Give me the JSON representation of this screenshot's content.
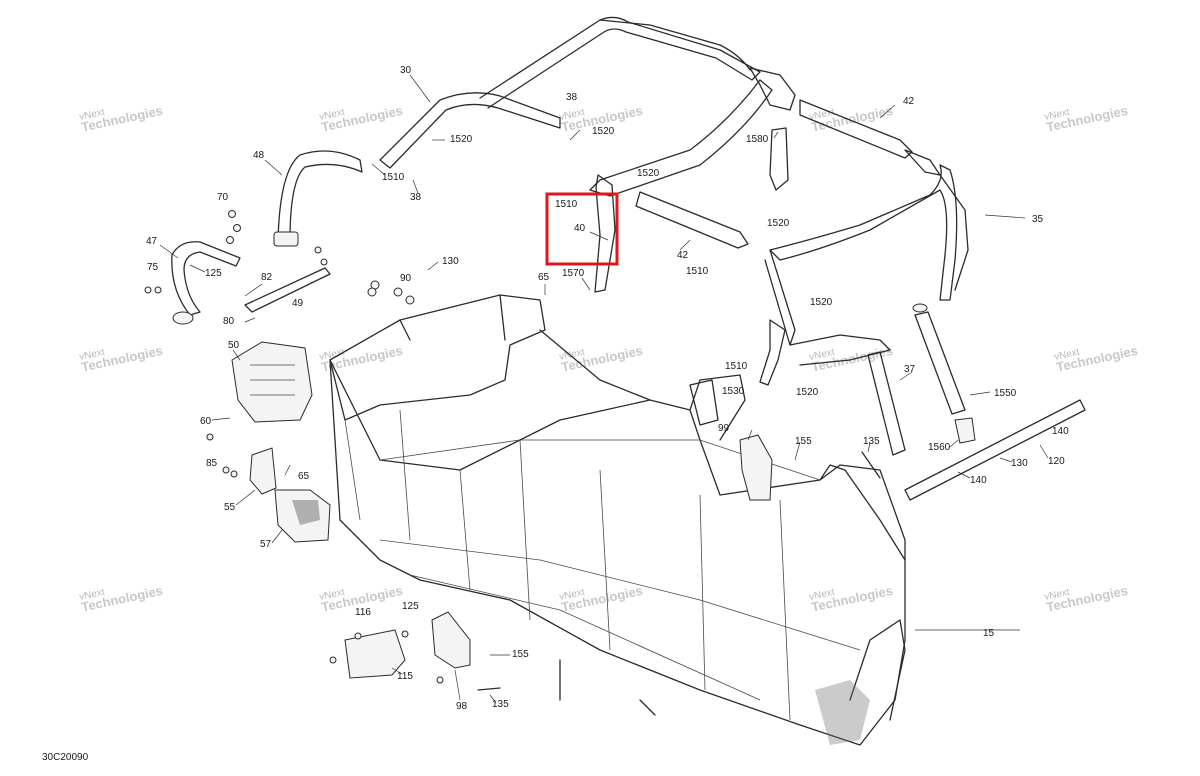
{
  "diagram_code": "30C20090",
  "watermark": {
    "line1": "vNext",
    "line2": "Technologies",
    "full": "vNext Technologies"
  },
  "callouts": {
    "c30": "30",
    "c38a": "38",
    "c1520a": "1520",
    "c1520b": "1520",
    "c1510a": "1510",
    "c38b": "38",
    "c48": "48",
    "c70": "70",
    "c47": "47",
    "c75": "75",
    "c125a": "125",
    "c82": "82",
    "c90": "90",
    "c130a": "130",
    "c49": "49",
    "c80": "80",
    "c50": "50",
    "c60": "60",
    "c85": "85",
    "c65a": "65",
    "c55": "55",
    "c57": "57",
    "c1510b": "1510",
    "c40": "40",
    "c1570": "1570",
    "c65b": "65",
    "c42a": "42",
    "c1580": "1580",
    "c1520c": "1520",
    "c42b": "42",
    "c1520d": "1520",
    "c1510c": "1510",
    "c35": "35",
    "c1520e": "1520",
    "c1510d": "1510",
    "c37": "37",
    "c1550": "1550",
    "c1530": "1530",
    "c1520f": "1520",
    "c99": "99",
    "c155a": "155",
    "c135a": "135",
    "c1560": "1560",
    "c140a": "140",
    "c130b": "130",
    "c120": "120",
    "c140b": "140",
    "c15": "15",
    "c116": "116",
    "c125b": "125",
    "c155b": "155",
    "c115": "115",
    "c98": "98",
    "c135b": "135"
  },
  "highlight": {
    "label": "40"
  }
}
